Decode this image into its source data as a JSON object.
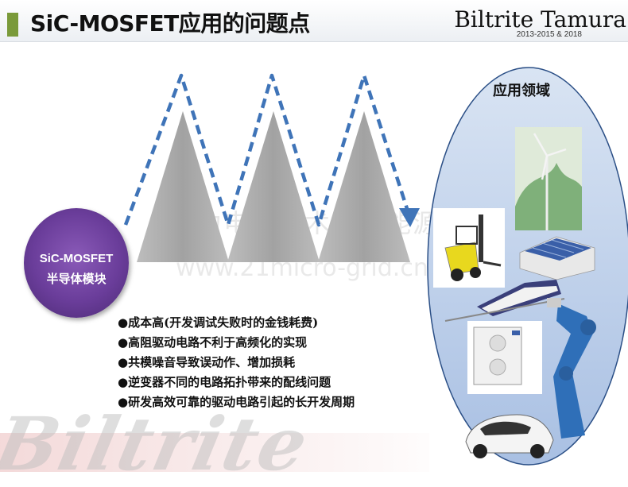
{
  "header": {
    "title": "SiC-MOSFET应用的问题点",
    "brand": "Biltrite Tamura",
    "brand_sub": "2013-2015 & 2018"
  },
  "watermark": {
    "cn": "电力电子技术与新能源",
    "url": "www.21micro-grid.cn"
  },
  "badge": {
    "line1": "SiC-MOSFET",
    "line2": "半导体模块"
  },
  "applications": {
    "title": "应用领域",
    "items": [
      "wind-turbine-icon",
      "solar-factory-icon",
      "forklift-icon",
      "bullet-train-icon",
      "air-conditioner-icon",
      "robot-arm-icon",
      "electric-car-icon"
    ]
  },
  "issues": [
    "●成本高(开发调试失败时的金钱耗费)",
    "●高阻驱动电路不利于高频化的实现",
    "●共模噪音导致误动作、增加损耗",
    "●逆变器不同的电路拓扑带来的配线问题",
    "●研发高效可靠的驱动电路引起的长开发周期"
  ],
  "logo": {
    "text": "Biltrite"
  },
  "colors": {
    "accent": "#7a9a3a",
    "arrow": "#3f74b8",
    "badge": "#6a3d9a",
    "ellipse": "#b7cbe8"
  }
}
